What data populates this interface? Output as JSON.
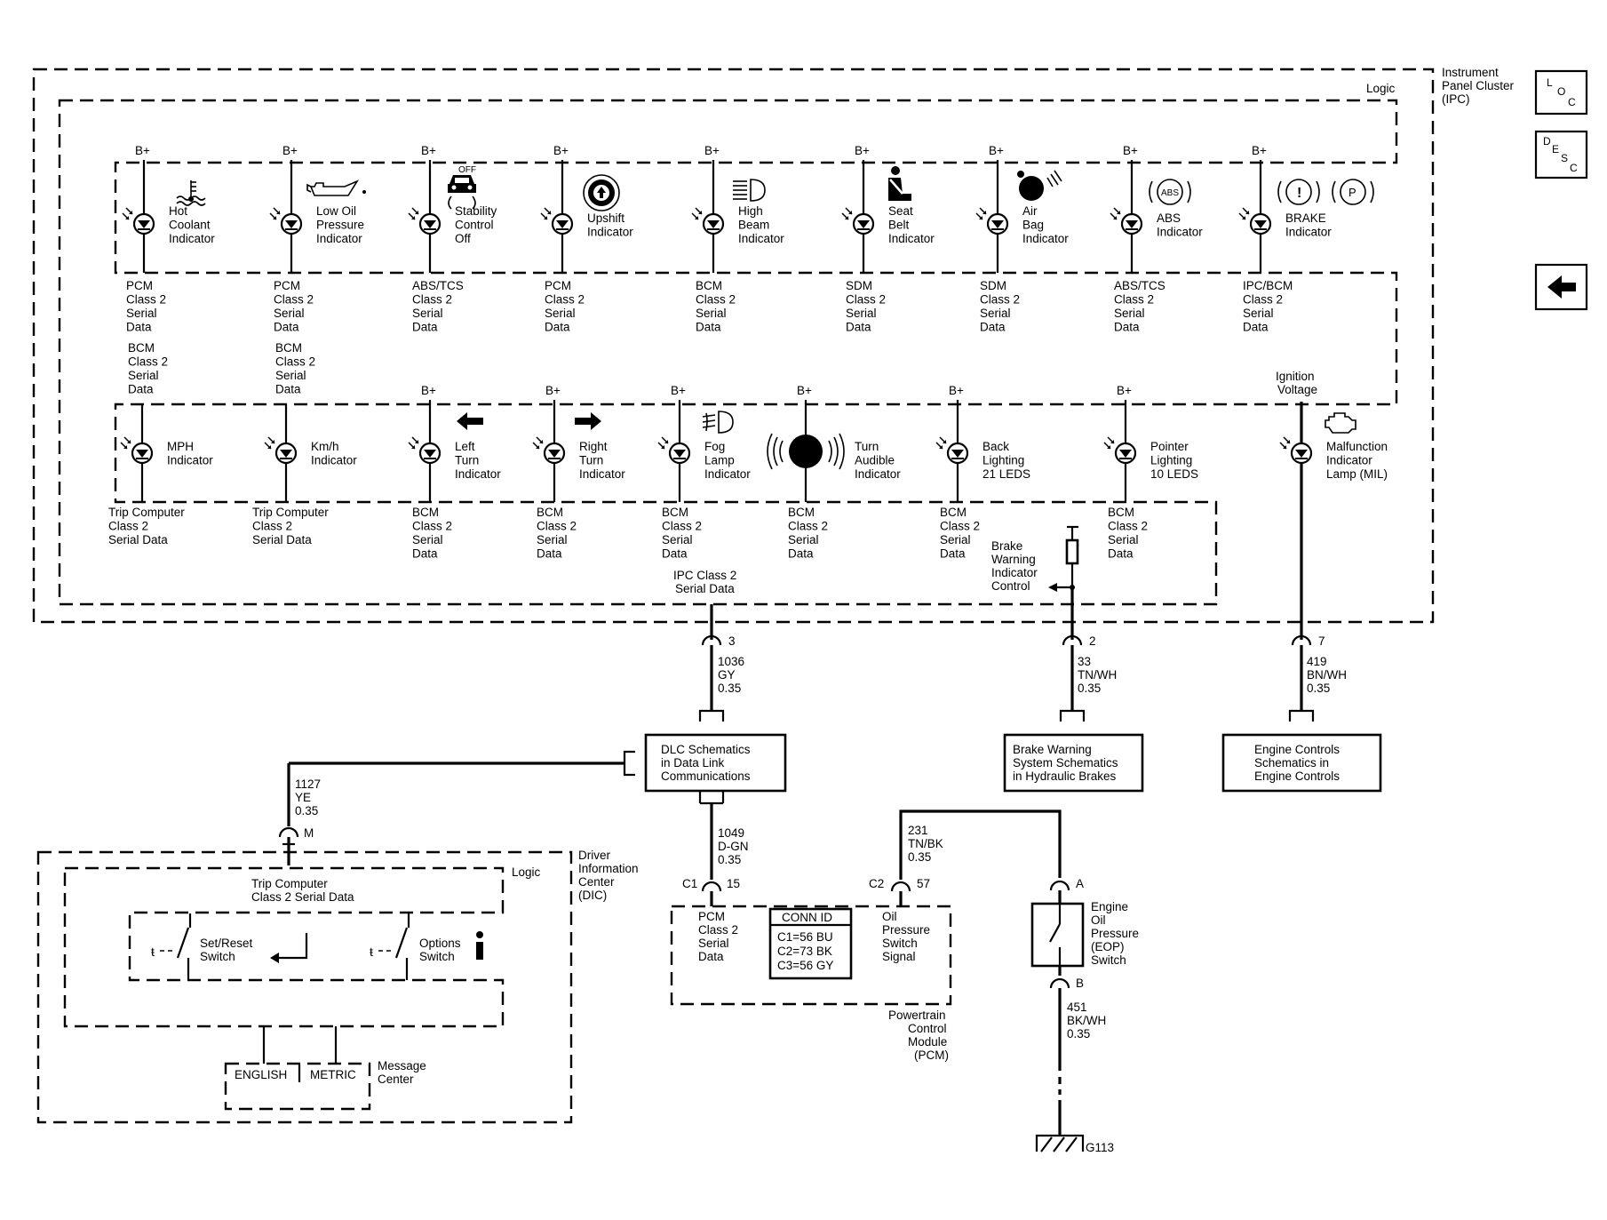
{
  "ipc": {
    "title": [
      "Instrument",
      "Panel Cluster",
      "(IPC)"
    ],
    "logic_label": "Logic",
    "b_plus": "B+",
    "top_row": [
      {
        "label": [
          "Hot",
          "Coolant",
          "Indicator"
        ],
        "source": [
          "PCM",
          "Class 2",
          "Serial",
          "Data"
        ],
        "source2": [
          "BCM",
          "Class 2",
          "Serial",
          "Data"
        ],
        "icon": "coolant-temp-icon"
      },
      {
        "label": [
          "Low Oil",
          "Pressure",
          "Indicator"
        ],
        "source": [
          "PCM",
          "Class 2",
          "Serial",
          "Data"
        ],
        "source2": [
          "BCM",
          "Class 2",
          "Serial",
          "Data"
        ],
        "icon": "oil-can-icon"
      },
      {
        "label": [
          "Stability",
          "Control",
          "Off"
        ],
        "source": [
          "ABS/TCS",
          "Class 2",
          "Serial",
          "Data"
        ],
        "icon": "skid-car-icon"
      },
      {
        "label": [
          "Upshift",
          "Indicator"
        ],
        "source": [
          "PCM",
          "Class 2",
          "Serial",
          "Data"
        ],
        "icon": "gear-icon"
      },
      {
        "label": [
          "High",
          "Beam",
          "Indicator"
        ],
        "source": [
          "BCM",
          "Class 2",
          "Serial",
          "Data"
        ],
        "icon": "high-beam-icon"
      },
      {
        "label": [
          "Seat",
          "Belt",
          "Indicator"
        ],
        "source": [
          "SDM",
          "Class 2",
          "Serial",
          "Data"
        ],
        "icon": "seat-belt-icon"
      },
      {
        "label": [
          "Air",
          "Bag",
          "Indicator"
        ],
        "source": [
          "SDM",
          "Class 2",
          "Serial",
          "Data"
        ],
        "icon": "air-bag-icon"
      },
      {
        "label": [
          "ABS",
          "Indicator"
        ],
        "source": [
          "ABS/TCS",
          "Class 2",
          "Serial",
          "Data"
        ],
        "icon": "abs-icon",
        "icon_text": "ABS"
      },
      {
        "label": [
          "BRAKE",
          "Indicator"
        ],
        "source": [
          "IPC/BCM",
          "Class 2",
          "Serial",
          "Data"
        ],
        "icon": "brake-icon",
        "icon_text": [
          "!",
          "P"
        ]
      }
    ],
    "bottom_row": [
      {
        "label": [
          "MPH",
          "Indicator"
        ],
        "source": [
          "Trip Computer",
          "Class 2",
          "Serial Data"
        ]
      },
      {
        "label": [
          "Km/h",
          "Indicator"
        ],
        "source": [
          "Trip Computer",
          "Class 2",
          "Serial Data"
        ]
      },
      {
        "label": [
          "Left",
          "Turn",
          "Indicator"
        ],
        "source": [
          "BCM",
          "Class 2",
          "Serial",
          "Data"
        ],
        "icon": "left-arrow-icon"
      },
      {
        "label": [
          "Right",
          "Turn",
          "Indicator"
        ],
        "source": [
          "BCM",
          "Class 2",
          "Serial",
          "Data"
        ],
        "icon": "right-arrow-icon"
      },
      {
        "label": [
          "Fog",
          "Lamp",
          "Indicator"
        ],
        "source": [
          "BCM",
          "Class 2",
          "Serial",
          "Data"
        ],
        "icon": "fog-lamp-icon"
      },
      {
        "label": [
          "Turn",
          "Audible",
          "Indicator"
        ],
        "source": [
          "BCM",
          "Class 2",
          "Serial",
          "Data"
        ],
        "icon": "chime-icon"
      },
      {
        "label": [
          "Back",
          "Lighting",
          "21 LEDS"
        ],
        "source": [
          "BCM",
          "Class 2",
          "Serial",
          "Data"
        ]
      },
      {
        "label": [
          "Pointer",
          "Lighting",
          "10 LEDS"
        ],
        "source": [
          "BCM",
          "Class 2",
          "Serial",
          "Data"
        ]
      },
      {
        "label": [
          "Malfunction",
          "Indicator",
          "Lamp (MIL)"
        ],
        "source": [],
        "icon": "engine-icon"
      }
    ],
    "ignition_voltage": [
      "Ignition",
      "Voltage"
    ],
    "ipc_serial": [
      "IPC Class 2",
      "Serial Data"
    ],
    "brake_warning_control": [
      "Brake",
      "Warning",
      "Indicator",
      "Control"
    ]
  },
  "connectors": {
    "ipc_pin_3": "3",
    "ipc_pin_2": "2",
    "ipc_pin_7": "7",
    "dic_pin_m": "M",
    "pcm_c1": "C1",
    "pcm_c1_pin": "15",
    "pcm_c2": "C2",
    "pcm_c2_pin": "57",
    "eop_a": "A",
    "eop_b": "B"
  },
  "wires": {
    "w1036": [
      "1036",
      "GY",
      "0.35"
    ],
    "w33": [
      "33",
      "TN/WH",
      "0.35"
    ],
    "w419": [
      "419",
      "BN/WH",
      "0.35"
    ],
    "w1127": [
      "1127",
      "YE",
      "0.35"
    ],
    "w1049": [
      "1049",
      "D-GN",
      "0.35"
    ],
    "w231": [
      "231",
      "TN/BK",
      "0.35"
    ],
    "w451": [
      "451",
      "BK/WH",
      "0.35"
    ]
  },
  "refs": {
    "dlc": [
      "DLC Schematics",
      "in Data Link",
      "Communications"
    ],
    "brake": [
      "Brake Warning",
      "System Schematics",
      "in Hydraulic Brakes"
    ],
    "engine": [
      "Engine Controls",
      "Schematics in",
      "Engine Controls"
    ]
  },
  "dic": {
    "title": [
      "Driver",
      "Information",
      "Center",
      "(DIC)"
    ],
    "logic_label": "Logic",
    "trip_serial": [
      "Trip Computer",
      "Class 2 Serial Data"
    ],
    "set_reset": [
      "Set/Reset",
      "Switch"
    ],
    "options": [
      "Options",
      "Switch"
    ],
    "english": "ENGLISH",
    "metric": "METRIC",
    "message_center": [
      "Message",
      "Center"
    ]
  },
  "pcm": {
    "serial": [
      "PCM",
      "Class 2",
      "Serial",
      "Data"
    ],
    "conn_id_title": "CONN ID",
    "conn_ids": [
      "C1=56 BU",
      "C2=73 BK",
      "C3=56 GY"
    ],
    "oil_signal": [
      "Oil",
      "Pressure",
      "Switch",
      "Signal"
    ],
    "title": [
      "Powertrain",
      "Control",
      "Module",
      "(PCM)"
    ]
  },
  "eop": {
    "label": [
      "Engine",
      "Oil",
      "Pressure",
      "(EOP)",
      "Switch"
    ]
  },
  "ground": "G113",
  "nav": {
    "loc": [
      "L",
      "O",
      "C"
    ],
    "desc": [
      "D",
      "E",
      "S",
      "C"
    ],
    "back_icon": "left-arrow-icon"
  }
}
